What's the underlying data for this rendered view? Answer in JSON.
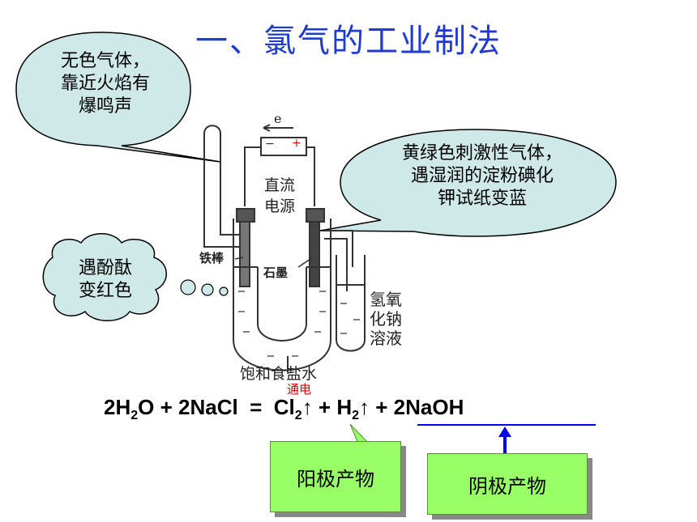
{
  "title": "一、氯气的工业制法",
  "bubbles": {
    "left_top": [
      "无色气体，",
      "靠近火焰有",
      "爆鸣声"
    ],
    "right_top": [
      "黄绿色刺激性气体，",
      "遇湿润的淀粉碘化",
      "钾试纸变蓝"
    ],
    "left_mid": [
      "遇酚酞",
      "变红色"
    ]
  },
  "diagram": {
    "electron": "e",
    "minus": "−",
    "plus": "+",
    "power": [
      "直流",
      "电源"
    ],
    "iron_rod": "铁棒",
    "graphite": "石墨",
    "naoh": [
      "氢氧",
      "化钠",
      "溶液"
    ],
    "brine": "饱和食盐水"
  },
  "equation": {
    "condition": "通电",
    "p1": "2H",
    "s1": "2",
    "p2": "O + 2NaCl  =  Cl",
    "s2": "2",
    "p3": "↑ + H",
    "s3": "2",
    "p4": "↑ + 2NaOH"
  },
  "boxes": {
    "anode": "阳极产物",
    "cathode": "阴极产物"
  },
  "colors": {
    "title": "#1f3ccf",
    "bubble": "#cfe8e8",
    "box": "#99ff66",
    "arrow": "#0000ee",
    "condition": "#e00000"
  }
}
